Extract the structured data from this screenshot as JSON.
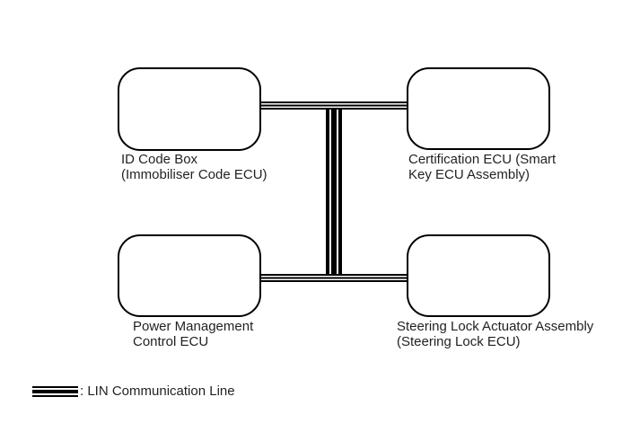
{
  "diagram": {
    "nodes": [
      {
        "label_line1": "ID Code Box",
        "label_line2": "(Immobiliser Code ECU)"
      },
      {
        "label_line1": "Certification ECU (Smart",
        "label_line2": "Key ECU Assembly)"
      },
      {
        "label_line1": "Power Management",
        "label_line2": "Control ECU"
      },
      {
        "label_line1": "Steering Lock Actuator Assembly",
        "label_line2": "(Steering Lock ECU)"
      }
    ],
    "connections": [
      {
        "from": "ID Code Box",
        "to": "Certification ECU (Smart Key ECU Assembly)",
        "type": "LIN Communication Line"
      },
      {
        "from": "Power Management Control ECU",
        "to": "Steering Lock Actuator Assembly (Steering Lock ECU)",
        "type": "LIN Communication Line"
      },
      {
        "from": "top bus",
        "to": "bottom bus",
        "type": "LIN Communication Line"
      }
    ],
    "legend": {
      "label": ": LIN Communication Line"
    },
    "colors": {
      "line": "#000000",
      "background": "#ffffff",
      "text": "#231f20"
    }
  }
}
